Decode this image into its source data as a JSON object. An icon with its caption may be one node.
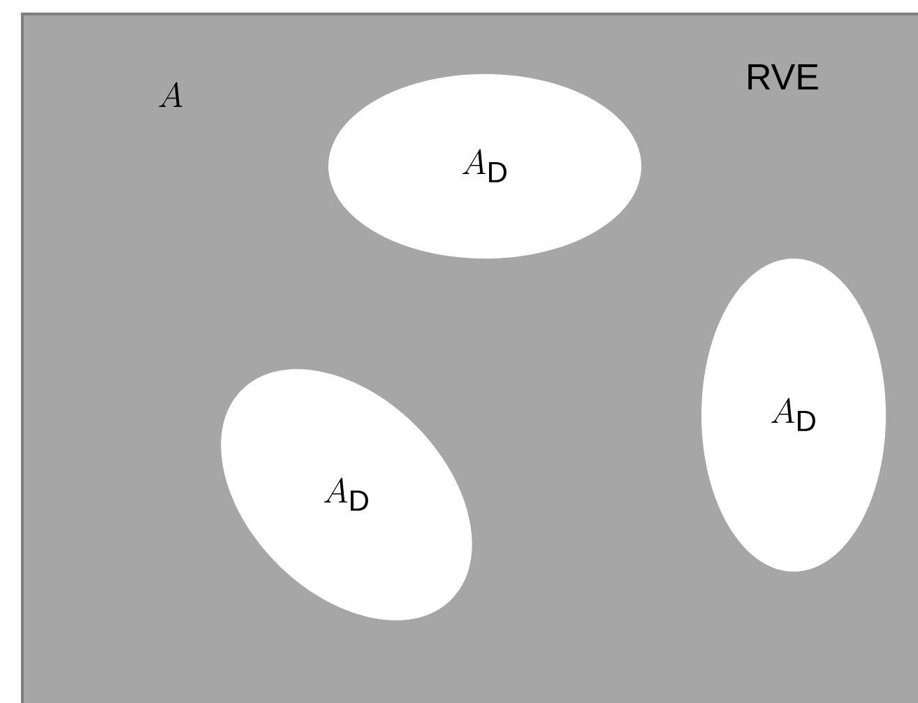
{
  "diagram": {
    "nodes": [
      {
        "text": [
          "A",
          "RVE"
        ]
      },
      {
        "text": [
          "A_{\\mathrm{D}}"
        ],
        "in": 0
      },
      {
        "text": [
          "A_{\\mathrm{D}}"
        ],
        "in": 0
      },
      {
        "text": [
          "A_{\\mathrm{D}}"
        ],
        "in": 0
      }
    ]
  }
}
